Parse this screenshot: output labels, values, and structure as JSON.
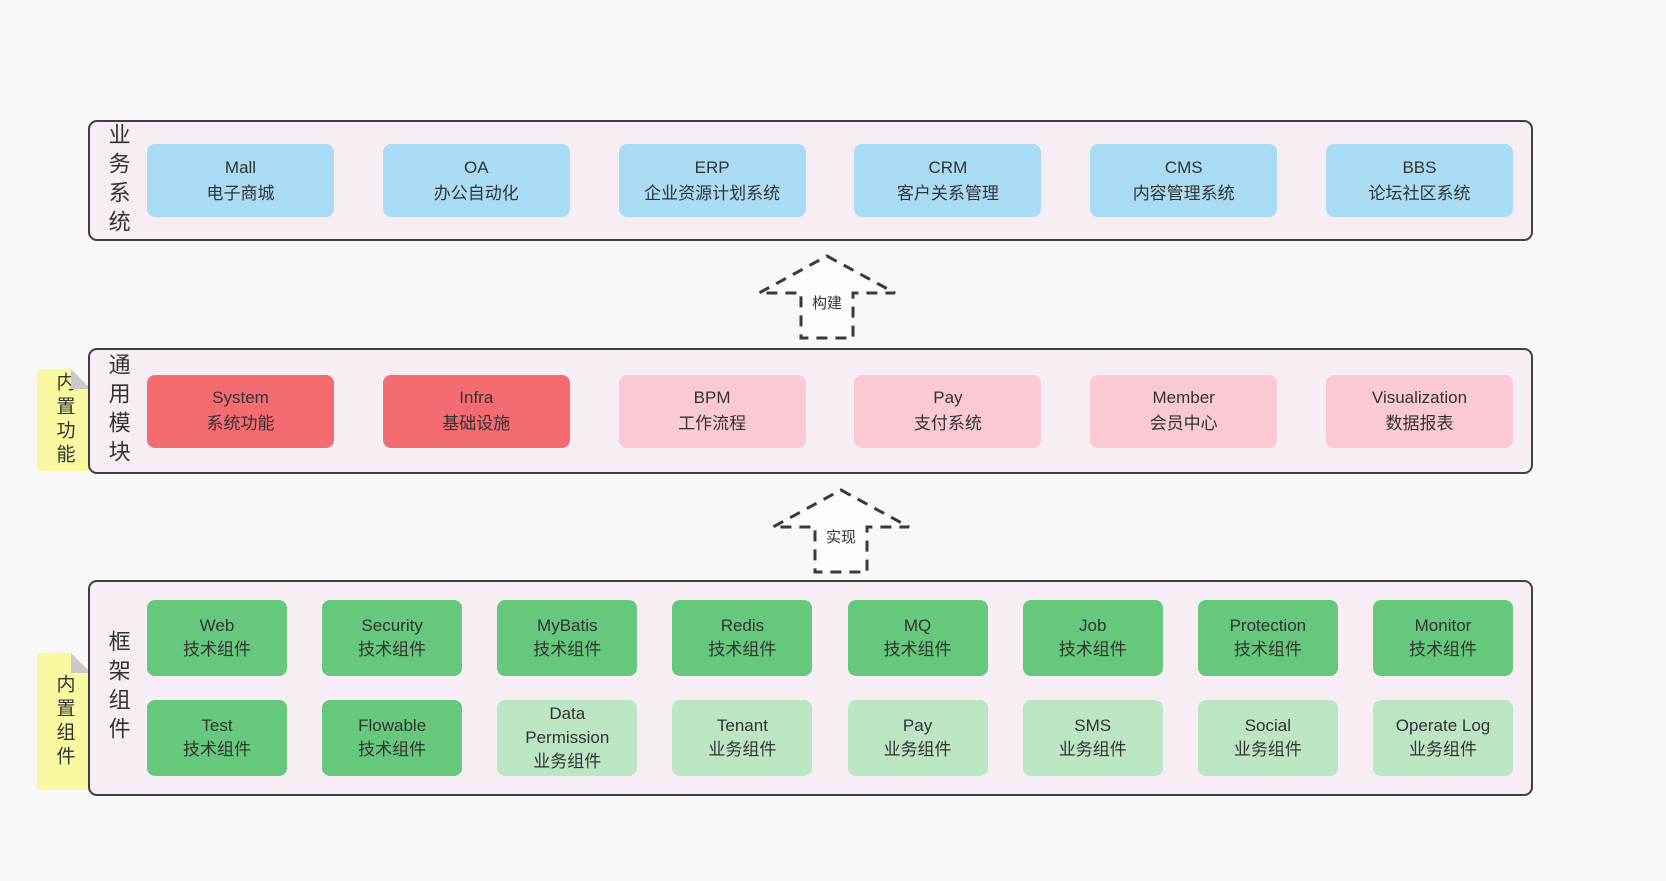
{
  "colors": {
    "page_bg": "#f8f8f8",
    "panel_bg": "#f7edf5",
    "panel_border": "#3f3f3f",
    "blue": "#a9dbf5",
    "red": "#f56b72",
    "pink": "#fbc9d3",
    "green": "#65c87c",
    "light_green": "#bce5c4",
    "note_yellow": "#f9f9a2",
    "note_fold": "#c9c9c9",
    "text": "#333333"
  },
  "arrows": [
    {
      "label": "构建"
    },
    {
      "label": "实现"
    }
  ],
  "panels": [
    {
      "side_label": "业务系统",
      "boxes": [
        {
          "title": "Mall",
          "subtitle": "电子商城",
          "type": "blue"
        },
        {
          "title": "OA",
          "subtitle": "办公自动化",
          "type": "blue"
        },
        {
          "title": "ERP",
          "subtitle": "企业资源计划系统",
          "type": "blue"
        },
        {
          "title": "CRM",
          "subtitle": "客户关系管理",
          "type": "blue"
        },
        {
          "title": "CMS",
          "subtitle": "内容管理系统",
          "type": "blue"
        },
        {
          "title": "BBS",
          "subtitle": "论坛社区系统",
          "type": "blue"
        }
      ]
    },
    {
      "side_label": "通用模块",
      "note_label": "内置功能",
      "boxes": [
        {
          "title": "System",
          "subtitle": "系统功能",
          "type": "red"
        },
        {
          "title": "Infra",
          "subtitle": "基础设施",
          "type": "red"
        },
        {
          "title": "BPM",
          "subtitle": "工作流程",
          "type": "pink"
        },
        {
          "title": "Pay",
          "subtitle": "支付系统",
          "type": "pink"
        },
        {
          "title": "Member",
          "subtitle": "会员中心",
          "type": "pink"
        },
        {
          "title": "Visualization",
          "subtitle": "数据报表",
          "type": "pink"
        }
      ]
    },
    {
      "side_label": "框架组件",
      "note_label": "内置组件",
      "rows": [
        [
          {
            "title": "Web",
            "subtitle": "技术组件",
            "type": "green"
          },
          {
            "title": "Security",
            "subtitle": "技术组件",
            "type": "green"
          },
          {
            "title": "MyBatis",
            "subtitle": "技术组件",
            "type": "green"
          },
          {
            "title": "Redis",
            "subtitle": "技术组件",
            "type": "green"
          },
          {
            "title": "MQ",
            "subtitle": "技术组件",
            "type": "green"
          },
          {
            "title": "Job",
            "subtitle": "技术组件",
            "type": "green"
          },
          {
            "title": "Protection",
            "subtitle": "技术组件",
            "type": "green"
          },
          {
            "title": "Monitor",
            "subtitle": "技术组件",
            "type": "green"
          }
        ],
        [
          {
            "title": "Test",
            "subtitle": "技术组件",
            "type": "green"
          },
          {
            "title": "Flowable",
            "subtitle": "技术组件",
            "type": "green"
          },
          {
            "title": "Data Permission",
            "subtitle": "业务组件",
            "type": "light_green"
          },
          {
            "title": "Tenant",
            "subtitle": "业务组件",
            "type": "light_green"
          },
          {
            "title": "Pay",
            "subtitle": "业务组件",
            "type": "light_green"
          },
          {
            "title": "SMS",
            "subtitle": "业务组件",
            "type": "light_green"
          },
          {
            "title": "Social",
            "subtitle": "业务组件",
            "type": "light_green"
          },
          {
            "title": "Operate Log",
            "subtitle": "业务组件",
            "type": "light_green"
          }
        ]
      ]
    }
  ]
}
